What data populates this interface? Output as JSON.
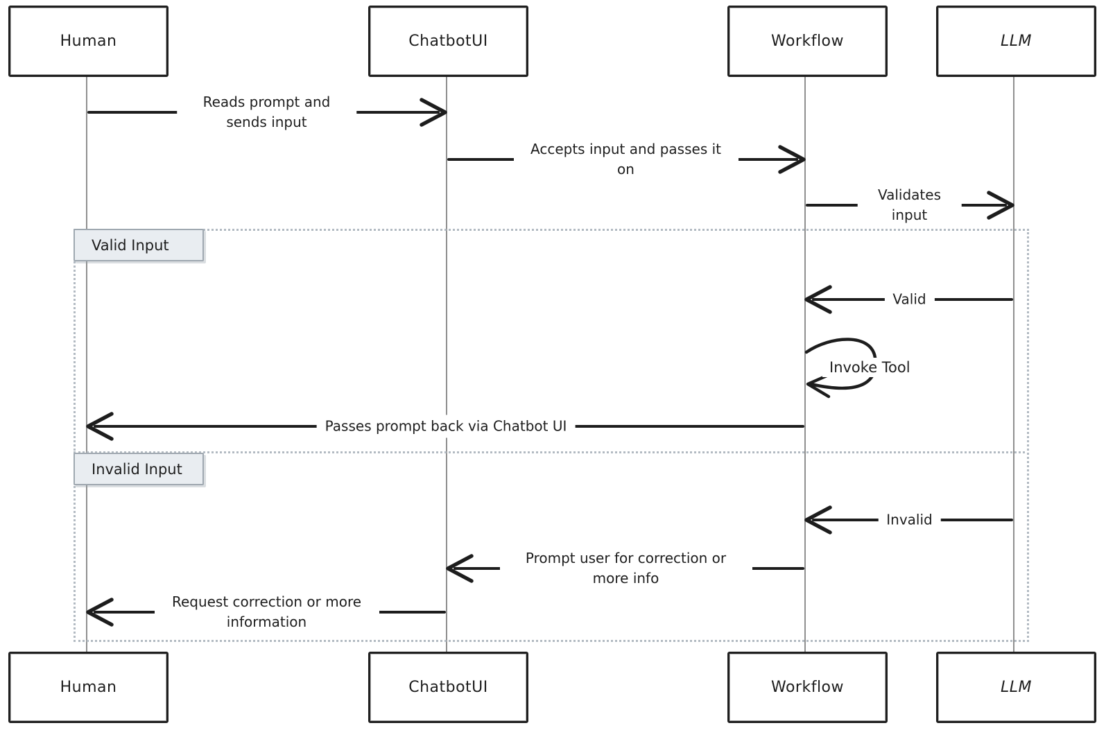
{
  "diagram": {
    "type": "sequence-diagram",
    "actors": [
      {
        "name": "Human"
      },
      {
        "name": "ChatbotUI"
      },
      {
        "name": "Workflow"
      },
      {
        "name": "LLM"
      }
    ],
    "messages": [
      {
        "from": "Human",
        "to": "ChatbotUI",
        "label": "Reads prompt and sends input"
      },
      {
        "from": "ChatbotUI",
        "to": "Workflow",
        "label": "Accepts input and passes it on"
      },
      {
        "from": "Workflow",
        "to": "LLM",
        "label": "Validates input"
      },
      {
        "from": "LLM",
        "to": "Workflow",
        "label": "Valid",
        "section": "Valid Input"
      },
      {
        "from": "Workflow",
        "to": "Workflow",
        "label": "Invoke Tool",
        "section": "Valid Input"
      },
      {
        "from": "Workflow",
        "to": "Human",
        "label": "Passes prompt back via Chatbot UI",
        "section": "Valid Input"
      },
      {
        "from": "LLM",
        "to": "Workflow",
        "label": "Invalid",
        "section": "Invalid Input"
      },
      {
        "from": "Workflow",
        "to": "ChatbotUI",
        "label": "Prompt user for correction or more info",
        "section": "Invalid Input"
      },
      {
        "from": "ChatbotUI",
        "to": "Human",
        "label": "Request correction or more information",
        "section": "Invalid Input"
      }
    ],
    "alt_sections": [
      {
        "label": "Valid Input"
      },
      {
        "label": "Invalid Input"
      }
    ],
    "colors": {
      "background": "#ffffff",
      "stroke": "#1d1d1d",
      "lifeline": "#8f8f8f",
      "frame_dotted": "#b2bac2",
      "section_label_fill": "#e9edf1",
      "section_label_border": "#9fa8b0"
    }
  }
}
